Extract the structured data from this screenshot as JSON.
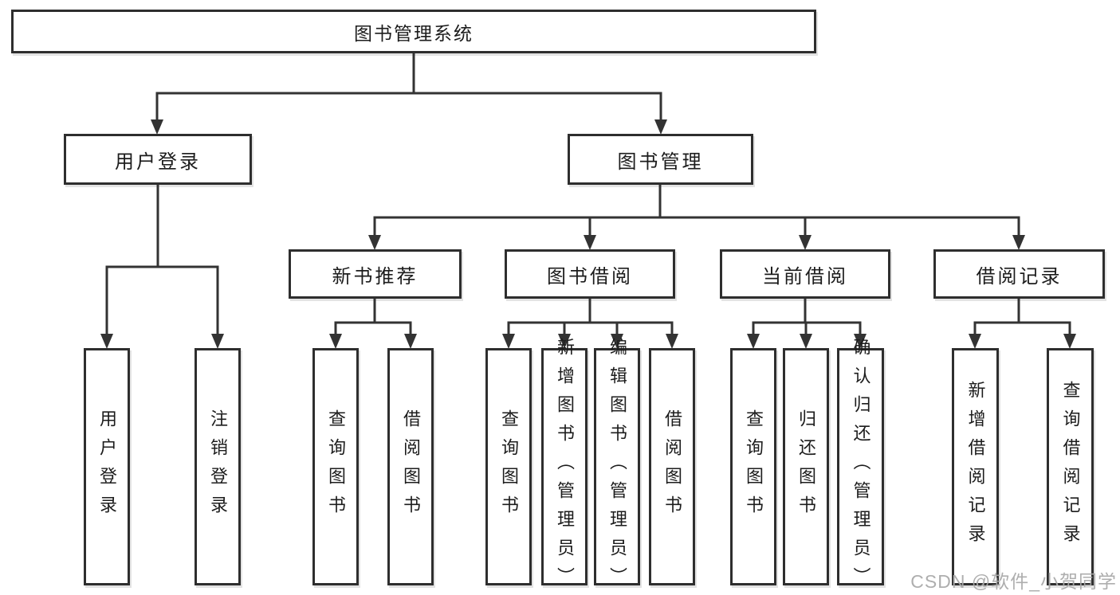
{
  "diagram": {
    "root": {
      "label": "图书管理系统"
    },
    "level2": [
      {
        "label": "用户登录"
      },
      {
        "label": "图书管理"
      }
    ],
    "level3": [
      {
        "label": "新书推荐"
      },
      {
        "label": "图书借阅"
      },
      {
        "label": "当前借阅"
      },
      {
        "label": "借阅记录"
      }
    ],
    "leaves": [
      {
        "label": "用户登录"
      },
      {
        "label": "注销登录"
      },
      {
        "label": "查询图书"
      },
      {
        "label": "借阅图书"
      },
      {
        "label": "查询图书"
      },
      {
        "label": "新增图书（管理员）"
      },
      {
        "label": "编辑图书（管理员）"
      },
      {
        "label": "借阅图书"
      },
      {
        "label": "查询图书"
      },
      {
        "label": "归还图书"
      },
      {
        "label": "确认归还（管理员）"
      },
      {
        "label": "新增借阅记录"
      },
      {
        "label": "查询借阅记录"
      }
    ]
  },
  "watermark": {
    "text": "CSDN @软件_小贺同学",
    "color": "#aaaaaa"
  },
  "colors": {
    "line": "#333333",
    "border": "#2e2e2e",
    "text": "#1c1c1c",
    "background": "#ffffff"
  }
}
